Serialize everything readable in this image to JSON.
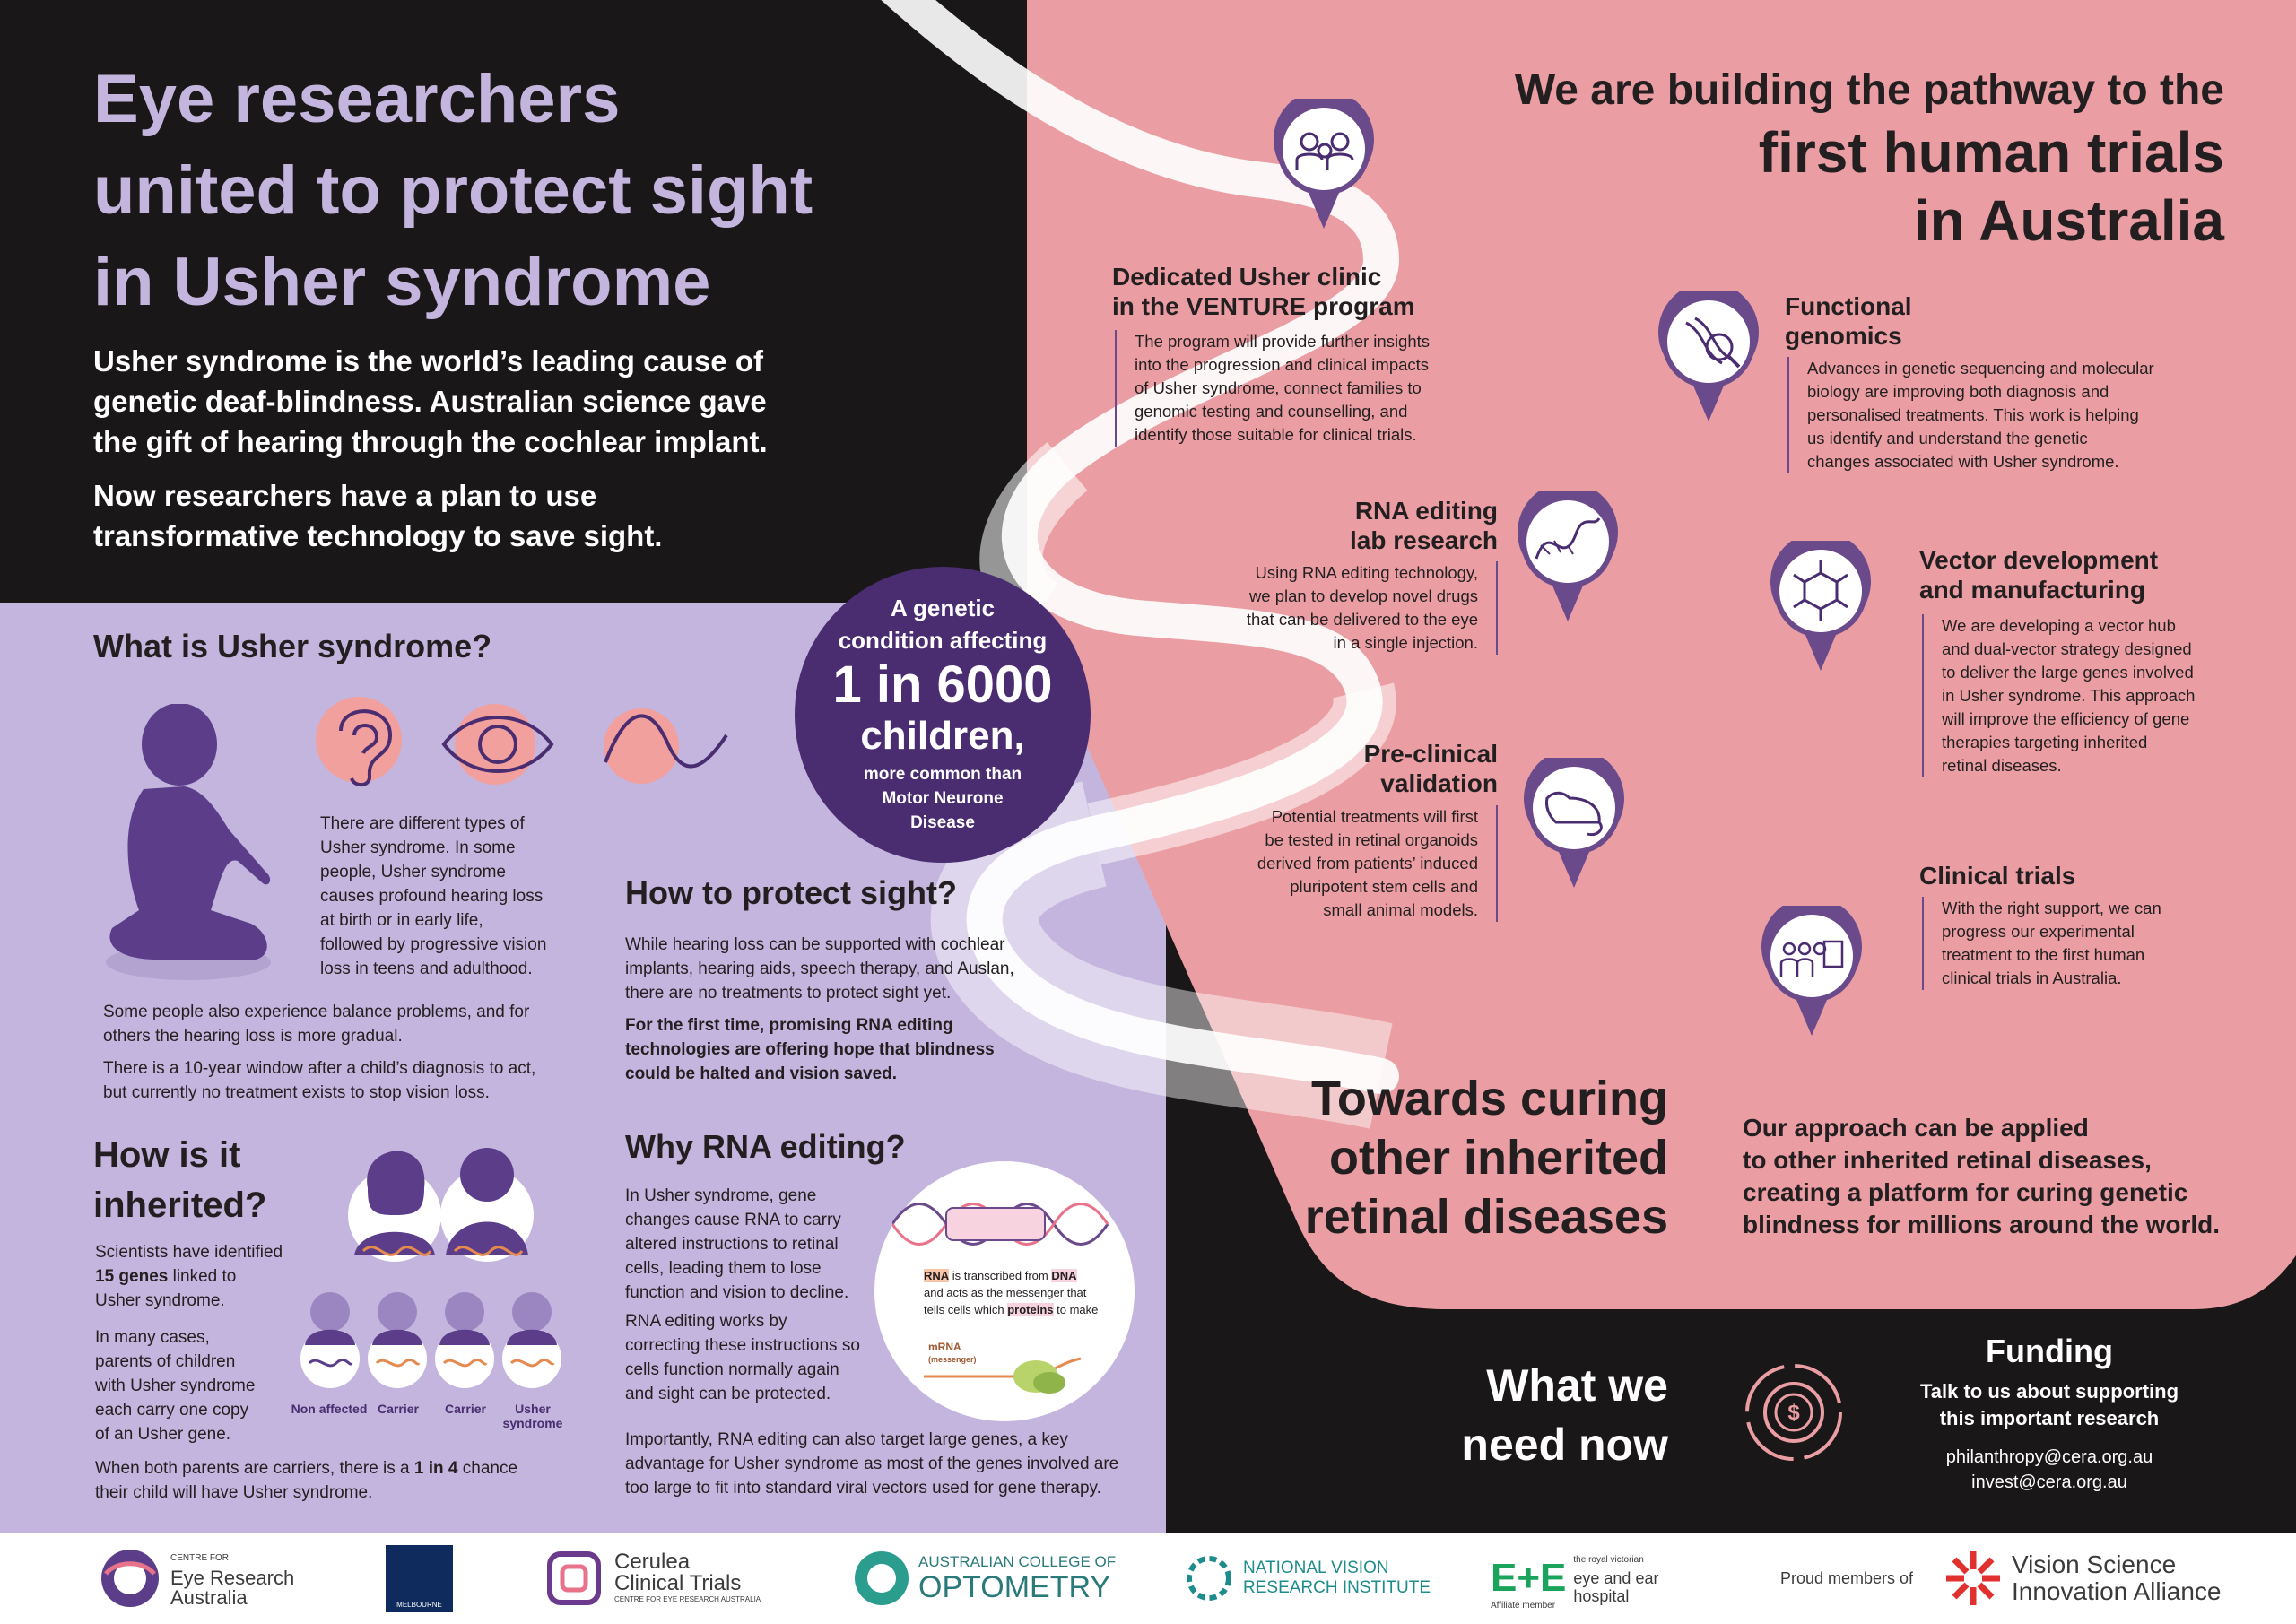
{
  "header": {
    "title_lines": [
      "Eye researchers",
      "united to protect sight",
      "in Usher syndrome"
    ],
    "lead1_lines": [
      "Usher syndrome is the world’s leading cause of",
      "genetic deaf-blindness. Australian science gave",
      "the gift of hearing through the cochlear implant."
    ],
    "lead2_lines": [
      "Now researchers have a plan to use",
      "transformative technology to save sight."
    ]
  },
  "badge": {
    "l1": "A genetic",
    "l2": "condition affecting",
    "big1": "1 in 6000",
    "big2": "children,",
    "s1": "more common than",
    "s2": "Motor Neurone",
    "s3": "Disease"
  },
  "what": {
    "heading": "What is Usher syndrome?",
    "p1_lines": [
      "There are different types of",
      "Usher syndrome. In some",
      "people, Usher syndrome",
      "causes profound hearing loss",
      "at birth or in early life,",
      "followed by progressive vision",
      "loss in teens and adulthood."
    ],
    "p2_lines": [
      "Some people also experience balance problems, and for",
      "others the hearing loss is more gradual."
    ],
    "p3_lines": [
      "There is a 10-year window after a child’s diagnosis to act,",
      "but currently no treatment exists to stop vision loss."
    ]
  },
  "inherited": {
    "heading_l1": "How is it",
    "heading_l2": "inherited?",
    "p1_a": "Scientists have identified",
    "p1_b": "15 genes",
    "p1_c": "linked to",
    "p1_d": "Usher syndrome.",
    "p2_lines": [
      "In many cases,",
      "parents of children",
      "with Usher syndrome",
      "each carry one copy",
      "of an Usher gene."
    ],
    "p3_a": "When both parents are carriers, there is a",
    "p3_b": "1 in 4",
    "p3_c": "chance",
    "p3_d": "their child will have Usher syndrome.",
    "labels": [
      "Non affected",
      "Carrier",
      "Carrier",
      "Usher",
      "syndrome"
    ]
  },
  "protect": {
    "heading": "How to protect sight?",
    "p1_lines": [
      "While hearing loss can be supported with cochlear",
      "implants, hearing aids, speech therapy, and Auslan,",
      "there are no treatments to protect sight yet."
    ],
    "p2_lines": [
      "For the first time, promising RNA editing",
      "technologies are offering hope that blindness",
      "could be halted and vision saved."
    ]
  },
  "rna": {
    "heading": "Why RNA editing?",
    "p1_lines": [
      "In Usher syndrome, gene",
      "changes cause RNA to carry",
      "altered instructions to retinal",
      "cells, leading them to lose",
      "function and vision to decline."
    ],
    "p2_lines": [
      "RNA editing works by",
      "correcting these instructions so",
      "cells function normally again",
      "and sight can be protected."
    ],
    "p3_lines": [
      "Importantly, RNA editing can also target large genes, a key",
      "advantage for Usher syndrome as most of the genes involved are",
      "too large to fit into standard viral vectors used for gene therapy."
    ],
    "diagram": {
      "rna": "RNA",
      "t1": "is transcribed from",
      "dna": "DNA",
      "t2": "and acts as the messenger that",
      "t3": "tells cells which",
      "proteins": "proteins",
      "t4": "to make",
      "mrna": "mRNA",
      "messenger": "(messenger)"
    }
  },
  "pathway": {
    "heading_l1": "We are building the pathway to the",
    "heading_l2": "first human trials",
    "heading_l3": "in Australia",
    "steps": [
      {
        "title_lines": [
          "Dedicated Usher clinic",
          "in the VENTURE program"
        ],
        "text_lines": [
          "The program will provide further insights",
          "into the progression and clinical impacts",
          "of Usher syndrome, connect families to",
          "genomic testing and counselling, and",
          "identify those suitable for clinical trials."
        ]
      },
      {
        "title_lines": [
          "Functional",
          "genomics"
        ],
        "text_lines": [
          "Advances in genetic sequencing and molecular",
          "biology are improving both diagnosis and",
          "personalised treatments. This work is helping",
          "us identify and understand the genetic",
          "changes associated with Usher syndrome."
        ]
      },
      {
        "title_lines": [
          "RNA editing",
          "lab research"
        ],
        "text_lines": [
          "Using RNA editing technology,",
          "we plan to develop novel drugs",
          "that can be delivered to the eye",
          "in a single injection."
        ]
      },
      {
        "title_lines": [
          "Vector development",
          "and manufacturing"
        ],
        "text_lines": [
          "We are developing a vector hub",
          "and dual-vector strategy designed",
          "to deliver the large genes involved",
          "in Usher syndrome. This approach",
          "will improve the efficiency of gene",
          "therapies targeting inherited",
          "retinal diseases."
        ]
      },
      {
        "title_lines": [
          "Pre-clinical",
          "validation"
        ],
        "text_lines": [
          "Potential treatments will first",
          "be tested in retinal organoids",
          "derived from patients’ induced",
          "pluripotent stem cells and",
          "small animal models."
        ]
      },
      {
        "title_lines": [
          "Clinical trials"
        ],
        "text_lines": [
          "With the right support, we can",
          "progress our experimental",
          "treatment to the first human",
          "clinical trials in Australia."
        ]
      }
    ]
  },
  "towards": {
    "lines": [
      "Towards curing",
      "other inherited",
      "retinal diseases"
    ],
    "approach_lines": [
      "Our approach can be applied",
      "to other inherited retinal diseases,",
      "creating a platform for curing genetic",
      "blindness for millions around the world."
    ]
  },
  "need": {
    "l1": "What we",
    "l2": "need now",
    "funding": "Funding",
    "talk_l1": "Talk to us about supporting",
    "talk_l2": "this important research",
    "email1": "philanthropy@cera.org.au",
    "email2": "invest@cera.org.au"
  },
  "footer": {
    "cera_small": "CENTRE FOR",
    "cera_l1": "Eye Research",
    "cera_l2": "Australia",
    "melb": "MELBOURNE",
    "cerulea_l1": "Cerulea",
    "cerulea_l2": "Clinical Trials",
    "cerulea_small": "CENTRE FOR EYE RESEARCH AUSTRALIA",
    "aco_l1": "AUSTRALIAN COLLEGE OF",
    "aco_l2": "OPTOMETRY",
    "nvri_l1": "NATIONAL VISION",
    "nvri_l2": "RESEARCH INSTITUTE",
    "eeh_small": "the royal victorian",
    "eeh_l1": "eye and ear",
    "eeh_l2": "hospital",
    "eeh_aff": "Affiliate member",
    "proud": "Proud members of",
    "vsia_l1": "Vision Science",
    "vsia_l2": "Innovation Alliance"
  },
  "colors": {
    "lavender": "#c3b5dd",
    "pink": "#ea9ea3",
    "black": "#1a1718",
    "purple": "#4a2c70",
    "accent": "#6b4a8c"
  }
}
